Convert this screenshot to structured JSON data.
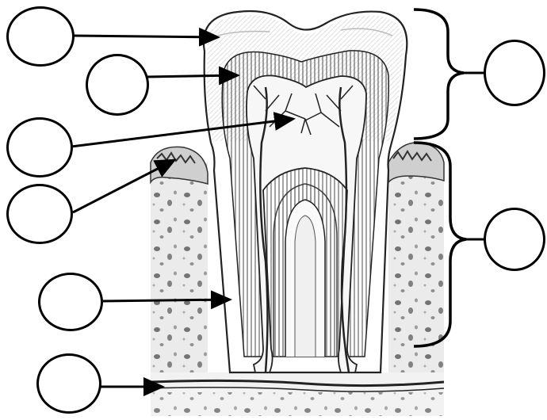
{
  "diagram": {
    "subject": "tooth-cross-section",
    "line_color": "#000000",
    "fill_color": "#ffffff",
    "labels": [
      {
        "id": "label-1",
        "text": ""
      },
      {
        "id": "label-2",
        "text": ""
      },
      {
        "id": "label-3",
        "text": ""
      },
      {
        "id": "label-4",
        "text": ""
      },
      {
        "id": "label-5",
        "text": ""
      },
      {
        "id": "label-6",
        "text": ""
      },
      {
        "id": "label-crown",
        "text": ""
      },
      {
        "id": "label-root",
        "text": ""
      }
    ]
  }
}
